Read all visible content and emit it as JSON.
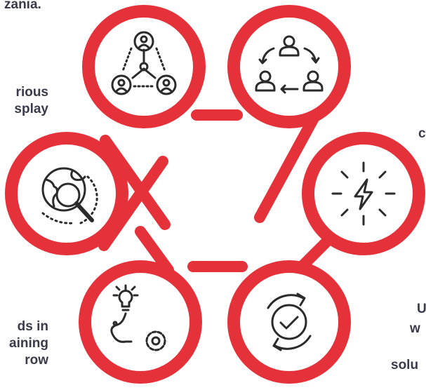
{
  "colors": {
    "ring": "#e5323a",
    "ring_dark": "#b41d27",
    "icon": "#2b2b2b",
    "text": "#3a3a4a"
  },
  "nodes": [
    {
      "icon": "network-people-icon"
    },
    {
      "icon": "team-cycle-icon"
    },
    {
      "icon": "lightning-icon"
    },
    {
      "icon": "refresh-check-icon"
    },
    {
      "icon": "idea-gear-icon"
    },
    {
      "icon": "globe-search-icon"
    }
  ],
  "texts": {
    "top_left": "zania.",
    "left_mid_1": "rious",
    "left_mid_2": "splay",
    "right_mid": "c",
    "left_bottom_1": "ds in",
    "left_bottom_2": "aining",
    "left_bottom_3": "row",
    "right_bottom_1": "U",
    "right_bottom_2": "w",
    "right_bottom_3": "solu"
  }
}
